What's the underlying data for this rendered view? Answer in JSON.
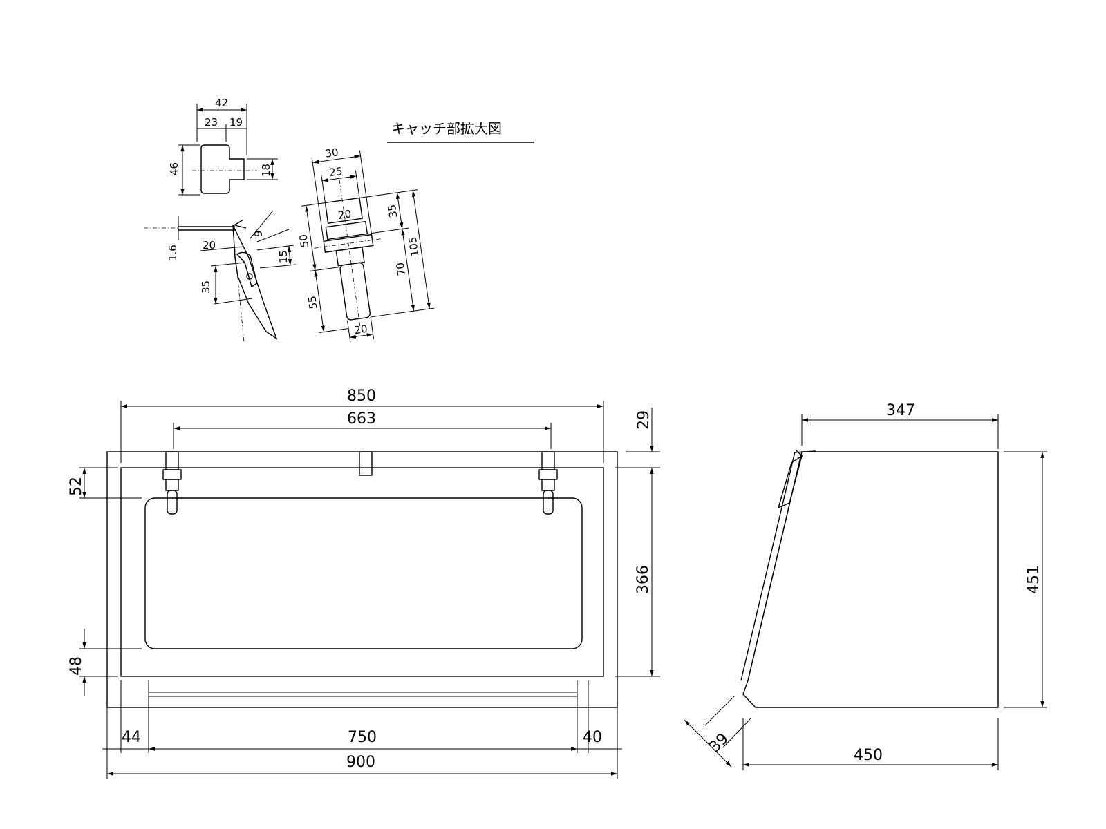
{
  "detail_title": "キャッチ部拡大図",
  "dimensions": {
    "front_width_outer": "900",
    "front_width_frame": "850",
    "front_latch_pitch": "663",
    "front_window_width": "750",
    "front_left_margin": "44",
    "front_right_margin": "40",
    "front_top_offset": "29",
    "front_window_height": "366",
    "front_top_band": "52",
    "front_bottom_band": "48",
    "side_top_depth": "347",
    "side_bottom_depth": "450",
    "side_height": "451",
    "side_chamfer": "39"
  },
  "detail_dimensions": {
    "plate_width": "42",
    "plate_left": "23",
    "plate_right": "19",
    "plate_height": "46",
    "plate_tab": "18",
    "plate_thickness": "1.6",
    "hook_offset": "20",
    "hook_drop": "35",
    "hook_gap": "9",
    "hook_step": "15",
    "catch_outer_width": "30",
    "catch_inner_width": "25",
    "catch_inner": "20",
    "catch_upper": "35",
    "catch_total": "105",
    "catch_mid": "50",
    "catch_lower_span": "70",
    "catch_bottom": "55",
    "catch_foot_width": "20"
  }
}
